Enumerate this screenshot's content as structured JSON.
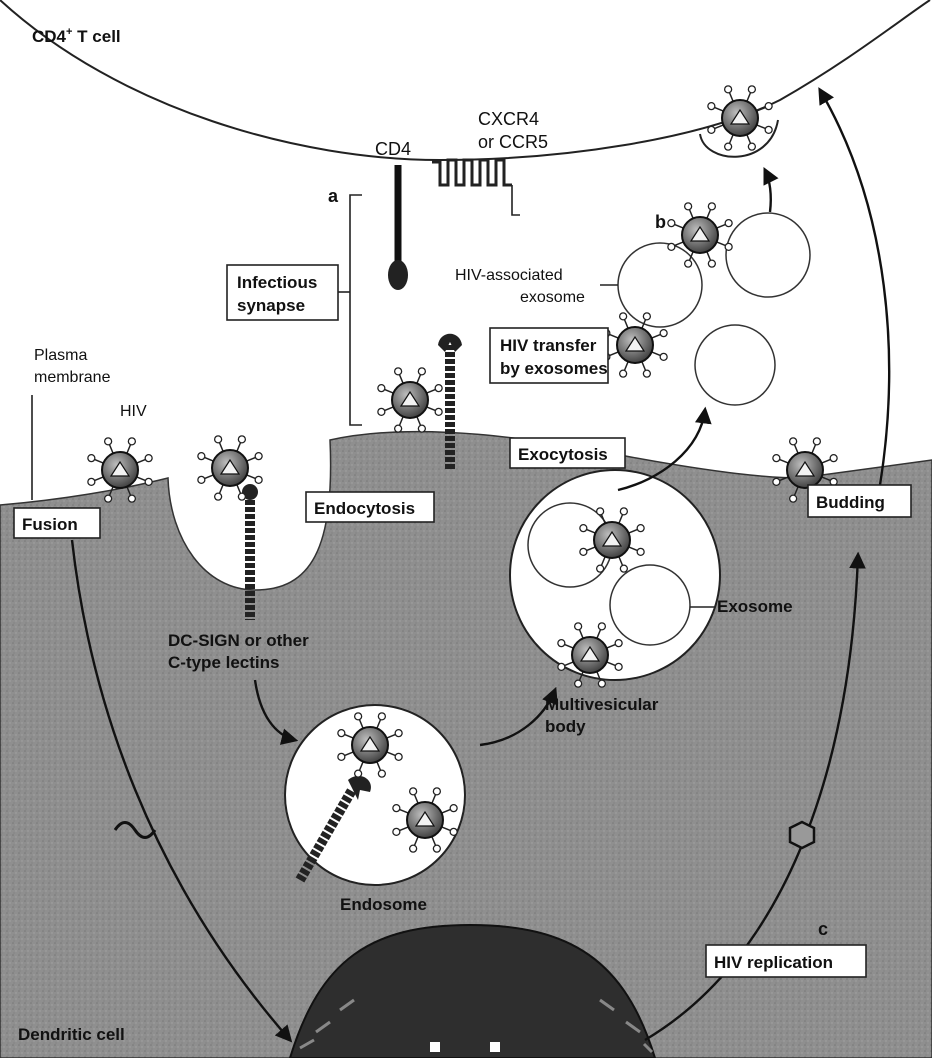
{
  "labels": {
    "t_cell": "CD4",
    "t_cell_sup": "+",
    "t_cell_rest": " T cell",
    "cd4": "CD4",
    "coreceptor_line1": "CXCR4",
    "coreceptor_line2": "or CCR5",
    "panel_a": "a",
    "panel_b": "b",
    "panel_c": "c",
    "infectious_synapse_line1": "Infectious",
    "infectious_synapse_line2": "synapse",
    "hiv_exosome_line1": "HIV-associated",
    "hiv_exosome_line2": "exosome",
    "hiv_transfer_line1": "HIV transfer",
    "hiv_transfer_line2": "by exosomes",
    "plasma_membrane_line1": "Plasma",
    "plasma_membrane_line2": "membrane",
    "hiv": "HIV",
    "fusion": "Fusion",
    "endocytosis": "Endocytosis",
    "exocytosis": "Exocytosis",
    "budding": "Budding",
    "dcsign_line1": "DC-SIGN or other",
    "dcsign_line2": "C-type lectins",
    "exosome": "Exosome",
    "mvb_line1": "Multivesicular",
    "mvb_line2": "body",
    "endosome": "Endosome",
    "hiv_replication": "HIV replication",
    "dendritic_cell": "Dendritic cell"
  },
  "colors": {
    "dendritic_cell_fill": "#8c8c8c",
    "nucleus_fill": "#2e2e2e",
    "virion_core": "#555555"
  }
}
